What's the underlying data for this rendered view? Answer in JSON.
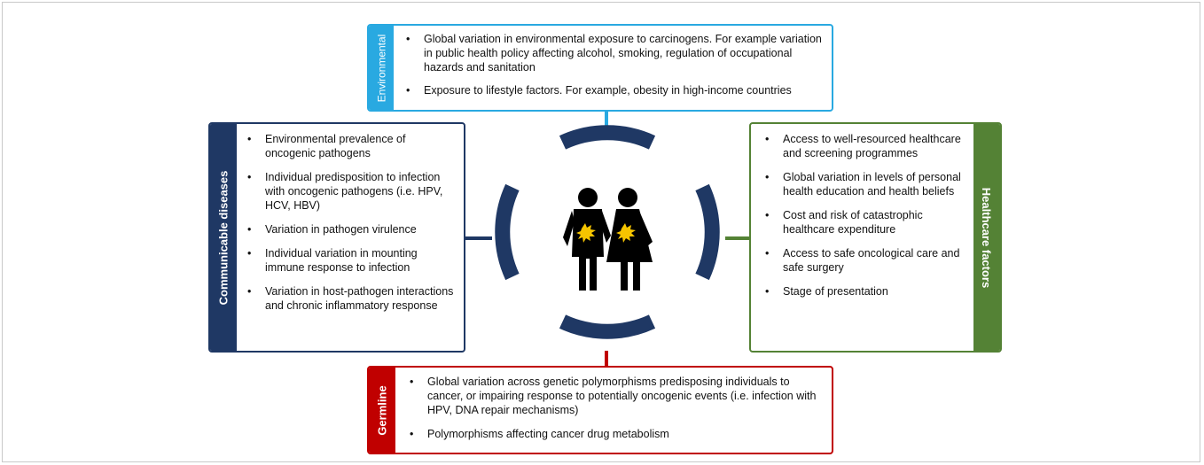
{
  "environmental": {
    "label": "Environmental",
    "color": "#29a9e1",
    "items": [
      "Global variation in environmental exposure to carcinogens. For example variation in public health policy affecting alcohol, smoking, regulation of occupational hazards and sanitation",
      "Exposure to lifestyle factors. For example, obesity in high-income countries"
    ]
  },
  "communicable": {
    "label": "Communicable diseases",
    "color": "#1f3864",
    "items": [
      "Environmental prevalence of oncogenic pathogens",
      "Individual predisposition to infection with oncogenic pathogens (i.e. HPV, HCV, HBV)",
      "Variation in pathogen virulence",
      "Individual variation in mounting immune response to infection",
      "Variation in host-pathogen interactions and chronic inflammatory response"
    ]
  },
  "healthcare": {
    "label": "Healthcare factors",
    "color": "#548235",
    "items": [
      "Access to well-resourced healthcare and screening programmes",
      "Global variation in levels of personal health education and health beliefs",
      "Cost and risk of catastrophic healthcare expenditure",
      "Access to safe oncological care and safe surgery",
      "Stage of presentation"
    ]
  },
  "germline": {
    "label": "Germline",
    "color": "#c00000",
    "items": [
      "Global variation across genetic polymorphisms predisposing individuals to cancer, or impairing response to potentially oncogenic events (i.e. infection with HPV, DNA repair mechanisms)",
      "Polymorphisms affecting cancer drug metabolism"
    ]
  },
  "center": {
    "icon": "couple-with-tumour-icon",
    "ring_color": "#1f3864",
    "tumour_color": "#f5c400"
  }
}
